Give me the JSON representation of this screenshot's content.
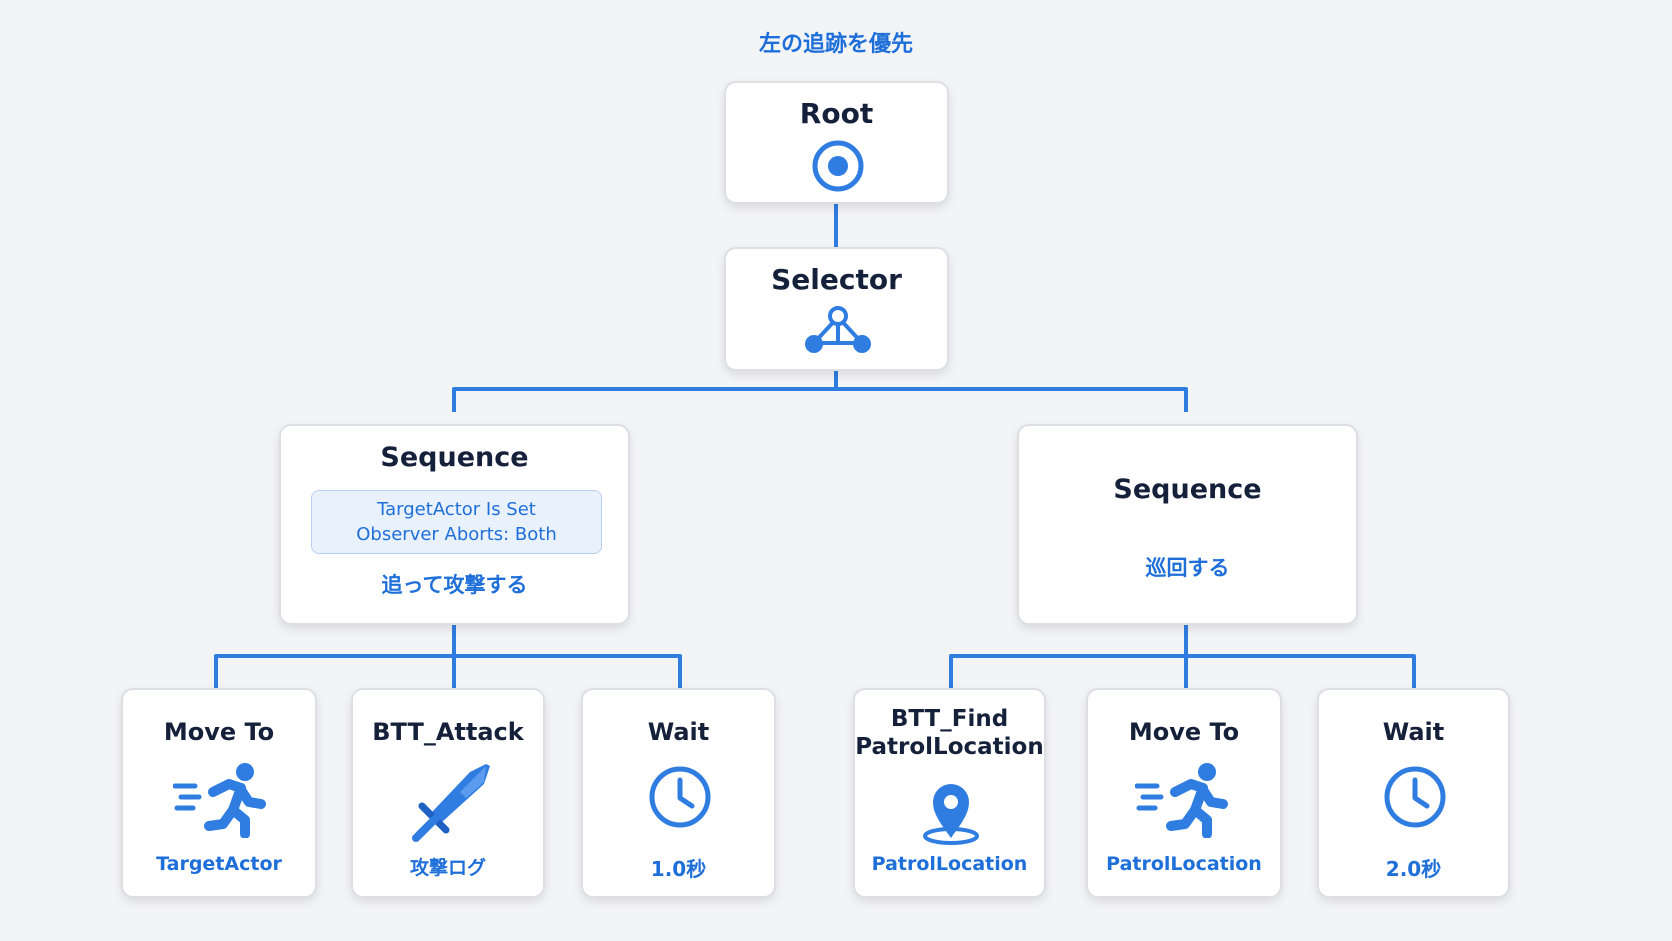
{
  "caption": "左の追跡を優先",
  "colors": {
    "accent": "#1e6fd9",
    "line": "#2f7de1",
    "text": "#15203a"
  },
  "nodes": {
    "root": {
      "title": "Root",
      "icon": "target-icon"
    },
    "selector": {
      "title": "Selector",
      "icon": "selector-icon"
    },
    "sequence_left": {
      "title": "Sequence",
      "decorator": {
        "line1": "TargetActor Is Set",
        "line2": "Observer Aborts: Both"
      },
      "subtitle": "追って攻撃する"
    },
    "sequence_right": {
      "title": "Sequence",
      "subtitle": "巡回する"
    },
    "tasks": [
      {
        "title": "Move To",
        "icon": "running-person-icon",
        "subtitle": "TargetActor"
      },
      {
        "title": "BTT_Attack",
        "icon": "sword-icon",
        "subtitle": "攻撃ログ"
      },
      {
        "title": "Wait",
        "icon": "clock-icon",
        "subtitle": "1.0秒"
      },
      {
        "title_line1": "BTT_Find",
        "title_line2": "PatrolLocation",
        "icon": "map-pin-icon",
        "subtitle": "PatrolLocation"
      },
      {
        "title": "Move To",
        "icon": "running-person-icon",
        "subtitle": "PatrolLocation"
      },
      {
        "title": "Wait",
        "icon": "clock-icon",
        "subtitle": "2.0秒"
      }
    ]
  }
}
